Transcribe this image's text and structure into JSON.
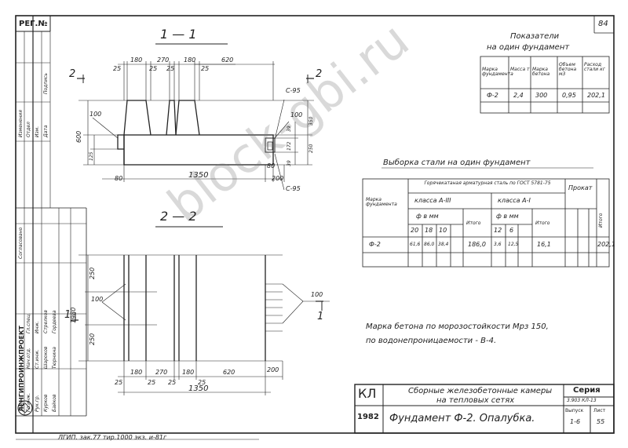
{
  "header": {
    "reg_no": "РЕГ.№",
    "sheet_corner": "84"
  },
  "sections": {
    "s11": "1 — 1",
    "s22": "2 — 2",
    "cut2_arrow": "2",
    "cut1_arrow": "1"
  },
  "dims_11": {
    "d180a": "180",
    "d270": "270",
    "d180b": "180",
    "d620": "620",
    "d25a": "25",
    "d25b": "25",
    "d25c": "25",
    "d25d": "25",
    "d600": "600",
    "d100": "100",
    "d125": "125",
    "d80a": "80",
    "d1350": "1350",
    "d80b": "80",
    "d200": "200",
    "c95a": "С-95",
    "c95b": "С-95",
    "d100r": "100",
    "d350": "350",
    "d39a": "39",
    "d172": "172",
    "d39b": "39",
    "d250": "250"
  },
  "dims_22": {
    "d250a": "250",
    "d100": "100",
    "d1980": "1980",
    "d250b": "250",
    "d180a": "180",
    "d270": "270",
    "d180b": "180",
    "d620": "620",
    "d200": "200",
    "d25a": "25",
    "d25b": "25",
    "d25c": "25",
    "d25d": "25",
    "d1350": "1350",
    "d100r": "100"
  },
  "indicators": {
    "title_line1": "Показатели",
    "title_line2": "на один фундамент",
    "headers": [
      "Марка фундамента",
      "Масса т",
      "Марка бетона",
      "Объем бетона м3",
      "Расход стали кг"
    ],
    "row": [
      "Ф-2",
      "2,4",
      "300",
      "0,95",
      "202,1"
    ]
  },
  "steel": {
    "title": "Выборка стали на один фундамент",
    "col_mark": "Марка фундамента",
    "group_rolled": "Горячекатаная арматурная сталь по ГОСТ 5781-75",
    "class_a3": "класса А-III",
    "class_a1": "класса А-I",
    "diam_label": "ф в мм",
    "total": "Итого",
    "prokat": "Прокат",
    "diams_a3": [
      "20",
      "18",
      "10"
    ],
    "diams_a1": [
      "12",
      "6"
    ],
    "row_mark": "Ф-2",
    "row_a3": [
      "61,6",
      "86,0",
      "38,4"
    ],
    "row_total_a3": "186,0",
    "row_a1": [
      "3,6",
      "12,5"
    ],
    "row_total_a1": "16,1",
    "row_grand": "202,1"
  },
  "note": {
    "line1": "Марка бетона по морозостойкости Мрз 150,",
    "line2": "по водонепроницаемости - В-4."
  },
  "title_block": {
    "kl": "КЛ",
    "year": "1982",
    "description_line1": "Сборные железобетонные камеры",
    "description_line2": "на тепловых сетях",
    "drawing_title": "Фундамент Ф-2. Опалубка.",
    "seria_label": "Серия",
    "seria_value": "3.903 КЛ-13",
    "vypusk_label": "Выпуск",
    "vypusk_value": "1-6",
    "list_label": "Лист",
    "list_value": "55"
  },
  "left_stamp": {
    "org": "ЛЕНГИПРОИНЖПРОЕКТ",
    "rows": [
      "Гл.инж.",
      "Нач.отд.",
      "Гл.спец.",
      "Рук.гр.",
      "Ст.инж.",
      "Инж."
    ],
    "names": [
      "Курков",
      "Шароков",
      "Стрелков",
      "Байков",
      "Тюрнина",
      "Гордеева"
    ],
    "agreed": "Согласовано",
    "changes": "Изменения",
    "registry_cols": [
      "Отдел",
      "Изм.",
      "Дата",
      "Подпись"
    ]
  },
  "footer": {
    "print_note": "ЛГИП. зак.77 тир.1000 экз. и-81г"
  },
  "watermark": "block-gbi.ru"
}
